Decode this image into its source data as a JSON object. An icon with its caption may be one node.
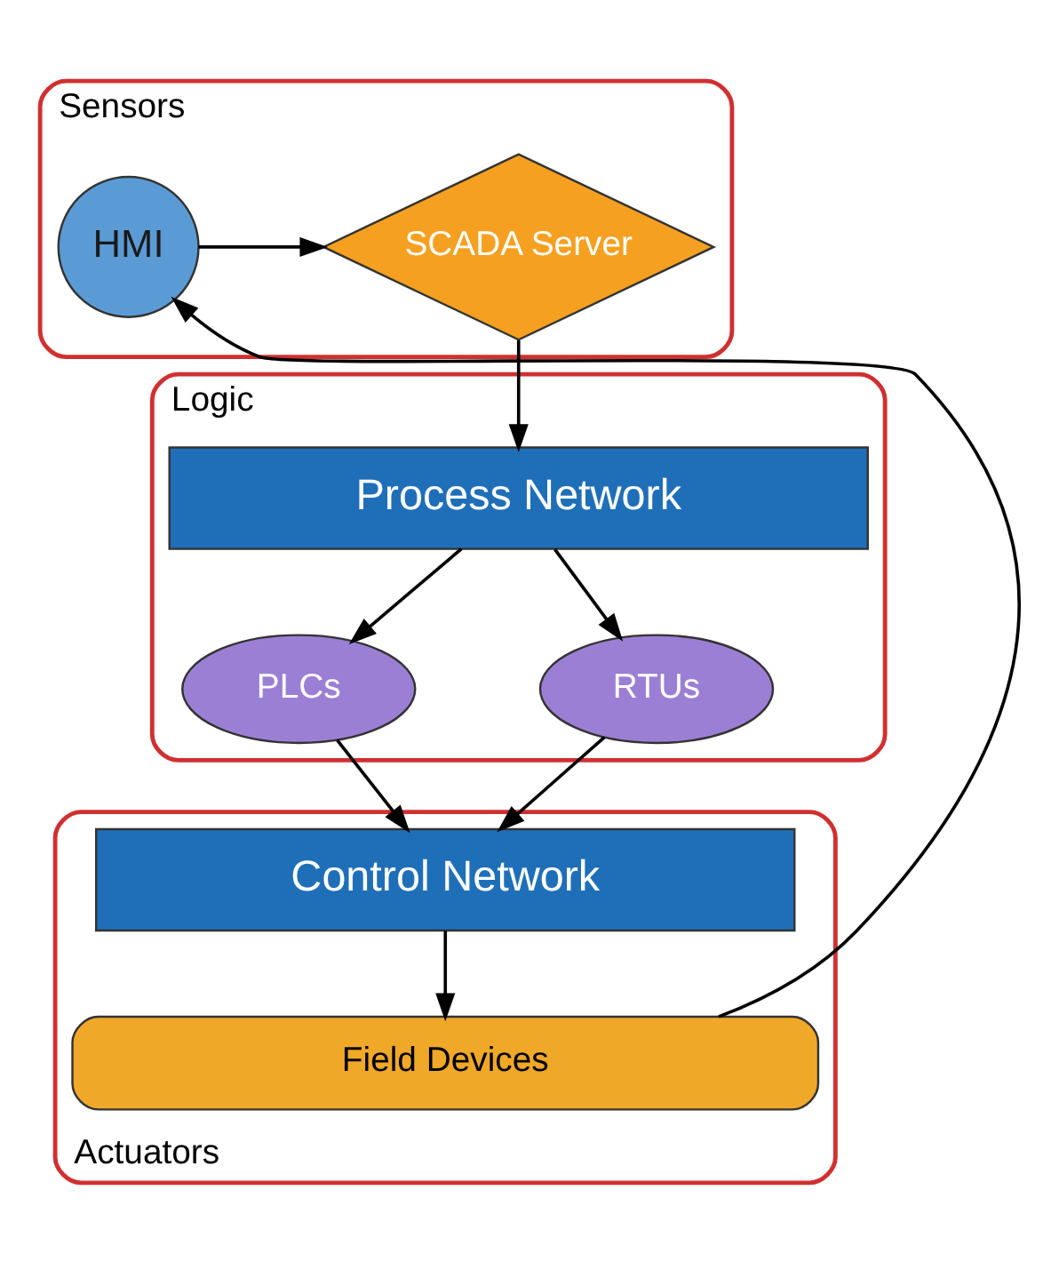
{
  "diagram": {
    "nodes": [
      {
        "text": [
          "Sensors"
        ]
      },
      {
        "text": [
          "HMI"
        ],
        "in": 0
      },
      {
        "text": [
          "SCADA Server"
        ],
        "in": 0
      },
      {
        "text": [
          "Logic"
        ]
      },
      {
        "text": [
          "Process Network"
        ],
        "in": 3
      },
      {
        "text": [
          "PLCs"
        ],
        "in": 3
      },
      {
        "text": [
          "RTUs"
        ],
        "in": 3
      },
      {
        "text": [
          "Actuators"
        ]
      },
      {
        "text": [
          "Control Network"
        ],
        "in": 7
      },
      {
        "text": [
          "Field Devices"
        ],
        "in": 7
      }
    ],
    "edges": [
      {
        "from": 1,
        "to": 2,
        "arrow": "to"
      },
      {
        "from": 2,
        "to": 4,
        "arrow": "to"
      },
      {
        "from": 4,
        "to": 5,
        "arrow": "to"
      },
      {
        "from": 4,
        "to": 6,
        "arrow": "to"
      },
      {
        "from": 5,
        "to": 8,
        "arrow": "to"
      },
      {
        "from": 6,
        "to": 8,
        "arrow": "to"
      },
      {
        "from": 8,
        "to": 9,
        "arrow": "to"
      },
      {
        "from": 9,
        "to": 1,
        "arrow": "to"
      }
    ]
  }
}
